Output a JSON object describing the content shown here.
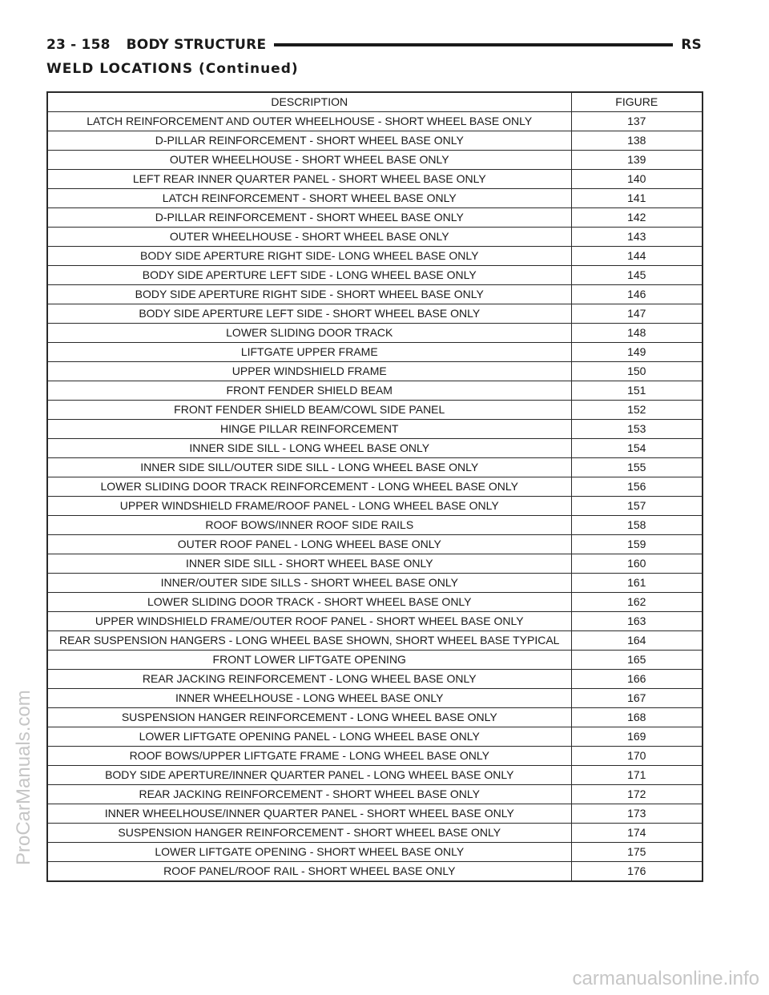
{
  "header": {
    "page_number": "23 - 158",
    "section_title": "BODY STRUCTURE",
    "code": "RS"
  },
  "subtitle": "WELD LOCATIONS (Continued)",
  "table": {
    "columns": [
      "DESCRIPTION",
      "FIGURE"
    ],
    "rows": [
      {
        "description": "LATCH REINFORCEMENT AND OUTER WHEELHOUSE - SHORT WHEEL BASE ONLY",
        "figure": "137"
      },
      {
        "description": "D-PILLAR REINFORCEMENT - SHORT WHEEL BASE ONLY",
        "figure": "138"
      },
      {
        "description": "OUTER WHEELHOUSE - SHORT WHEEL BASE ONLY",
        "figure": "139"
      },
      {
        "description": "LEFT REAR INNER QUARTER PANEL - SHORT WHEEL BASE ONLY",
        "figure": "140"
      },
      {
        "description": "LATCH REINFORCEMENT - SHORT WHEEL BASE ONLY",
        "figure": "141"
      },
      {
        "description": "D-PILLAR REINFORCEMENT - SHORT WHEEL BASE ONLY",
        "figure": "142"
      },
      {
        "description": "OUTER WHEELHOUSE - SHORT WHEEL BASE ONLY",
        "figure": "143"
      },
      {
        "description": "BODY SIDE APERTURE RIGHT SIDE- LONG WHEEL BASE ONLY",
        "figure": "144"
      },
      {
        "description": "BODY SIDE APERTURE LEFT SIDE - LONG WHEEL BASE ONLY",
        "figure": "145"
      },
      {
        "description": "BODY SIDE APERTURE RIGHT SIDE - SHORT WHEEL BASE ONLY",
        "figure": "146"
      },
      {
        "description": "BODY SIDE APERTURE LEFT SIDE - SHORT WHEEL BASE ONLY",
        "figure": "147"
      },
      {
        "description": "LOWER SLIDING DOOR TRACK",
        "figure": "148"
      },
      {
        "description": "LIFTGATE UPPER FRAME",
        "figure": "149"
      },
      {
        "description": "UPPER WINDSHIELD FRAME",
        "figure": "150"
      },
      {
        "description": "FRONT FENDER SHIELD BEAM",
        "figure": "151"
      },
      {
        "description": "FRONT FENDER SHIELD BEAM/COWL SIDE PANEL",
        "figure": "152"
      },
      {
        "description": "HINGE PILLAR REINFORCEMENT",
        "figure": "153"
      },
      {
        "description": "INNER SIDE SILL - LONG WHEEL BASE ONLY",
        "figure": "154"
      },
      {
        "description": "INNER SIDE SILL/OUTER SIDE SILL - LONG WHEEL BASE ONLY",
        "figure": "155"
      },
      {
        "description": "LOWER SLIDING DOOR TRACK REINFORCEMENT - LONG WHEEL BASE ONLY",
        "figure": "156"
      },
      {
        "description": "UPPER WINDSHIELD FRAME/ROOF PANEL - LONG WHEEL BASE ONLY",
        "figure": "157"
      },
      {
        "description": "ROOF BOWS/INNER ROOF SIDE RAILS",
        "figure": "158"
      },
      {
        "description": "OUTER ROOF PANEL - LONG WHEEL BASE ONLY",
        "figure": "159"
      },
      {
        "description": "INNER SIDE SILL - SHORT WHEEL BASE ONLY",
        "figure": "160"
      },
      {
        "description": "INNER/OUTER SIDE SILLS - SHORT WHEEL BASE ONLY",
        "figure": "161"
      },
      {
        "description": "LOWER SLIDING DOOR TRACK - SHORT WHEEL BASE ONLY",
        "figure": "162"
      },
      {
        "description": "UPPER WINDSHIELD FRAME/OUTER ROOF PANEL - SHORT WHEEL BASE ONLY",
        "figure": "163"
      },
      {
        "description": "REAR SUSPENSION HANGERS - LONG WHEEL BASE SHOWN, SHORT WHEEL BASE TYPICAL",
        "figure": "164"
      },
      {
        "description": "FRONT LOWER LIFTGATE OPENING",
        "figure": "165"
      },
      {
        "description": "REAR JACKING REINFORCEMENT - LONG WHEEL BASE ONLY",
        "figure": "166"
      },
      {
        "description": "INNER WHEELHOUSE - LONG WHEEL BASE ONLY",
        "figure": "167"
      },
      {
        "description": "SUSPENSION HANGER REINFORCEMENT - LONG WHEEL BASE ONLY",
        "figure": "168"
      },
      {
        "description": "LOWER LIFTGATE OPENING PANEL - LONG WHEEL BASE ONLY",
        "figure": "169"
      },
      {
        "description": "ROOF BOWS/UPPER LIFTGATE FRAME - LONG WHEEL BASE ONLY",
        "figure": "170"
      },
      {
        "description": "BODY SIDE APERTURE/INNER QUARTER PANEL - LONG WHEEL BASE ONLY",
        "figure": "171"
      },
      {
        "description": "REAR JACKING REINFORCEMENT - SHORT WHEEL BASE ONLY",
        "figure": "172"
      },
      {
        "description": "INNER WHEELHOUSE/INNER QUARTER PANEL - SHORT WHEEL BASE ONLY",
        "figure": "173"
      },
      {
        "description": "SUSPENSION HANGER REINFORCEMENT - SHORT WHEEL BASE ONLY",
        "figure": "174"
      },
      {
        "description": "LOWER LIFTGATE OPENING - SHORT WHEEL BASE ONLY",
        "figure": "175"
      },
      {
        "description": "ROOF PANEL/ROOF RAIL - SHORT WHEEL BASE ONLY",
        "figure": "176"
      }
    ]
  },
  "watermarks": {
    "side": "ProCarManuals.com",
    "footer": "carmanualsonline.info"
  }
}
